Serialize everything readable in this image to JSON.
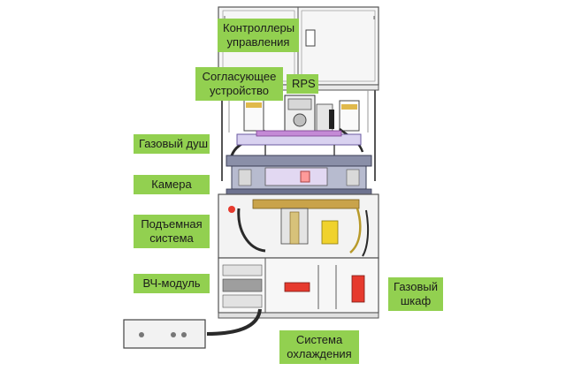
{
  "labels": {
    "controllers": [
      "Контроллеры",
      "управления"
    ],
    "matching_unit": [
      "Согласующее",
      "устройство"
    ],
    "rps": "RPS",
    "gas_shower": "Газовый душ",
    "chamber": "Камера",
    "lift_system": [
      "Подъемная",
      "система"
    ],
    "rf_module": "ВЧ-модуль",
    "gas_cabinet": [
      "Газовый",
      "шкаф"
    ],
    "cooling_system": [
      "Система",
      "охлаждения"
    ]
  },
  "colors": {
    "callout_fill": "#92d050",
    "frame": "#555555",
    "panel": "#f2f2f2",
    "chamber_plate": "#8a8fa8",
    "chamber_magenta": "#c48ad6",
    "brass": "#c9a34a",
    "cable": "#2a2a2a",
    "accent_red": "#e63a2e",
    "accent_yellow": "#f0d22c"
  }
}
